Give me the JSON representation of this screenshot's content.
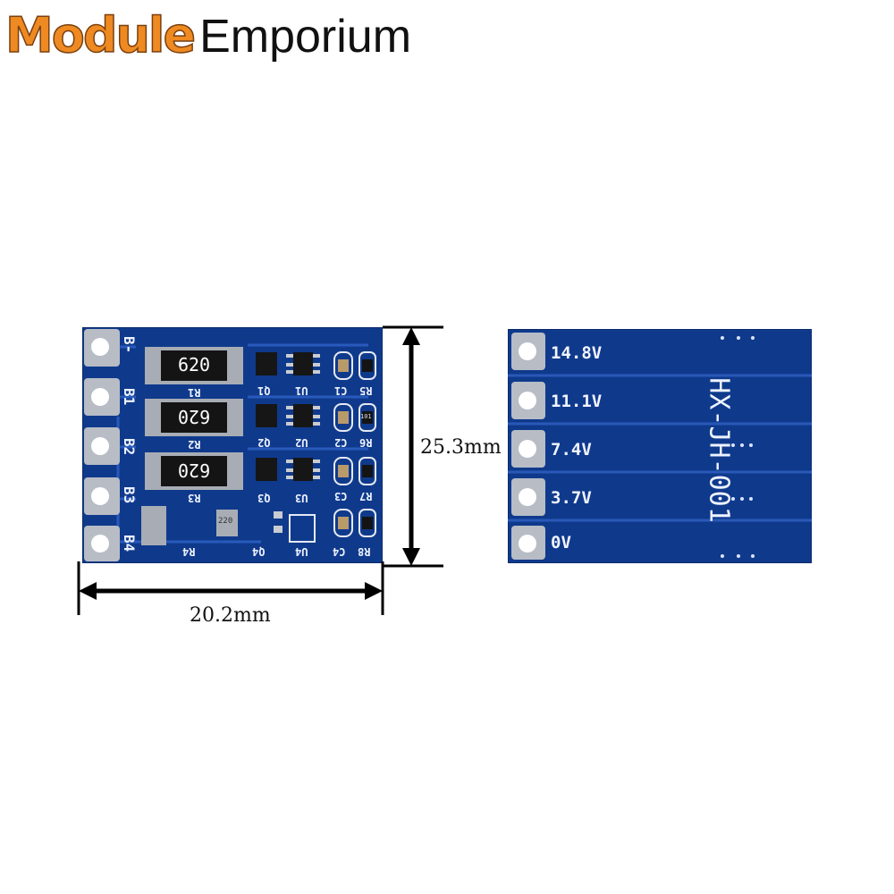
{
  "logo": {
    "part1": "Module",
    "part2": "Emporium"
  },
  "dimensions": {
    "height": "25.3mm",
    "width": "20.2mm"
  },
  "front": {
    "pad_labels": [
      "B-",
      "B1",
      "B2",
      "B3",
      "B4"
    ],
    "resistor_codes": [
      "620",
      "620",
      "620"
    ],
    "refs": {
      "r1": "R1",
      "r2": "R2",
      "r3": "R3",
      "r4": "R4",
      "q1": "Q1",
      "q2": "Q2",
      "q3": "Q3",
      "q4": "Q4",
      "u1": "U1",
      "u2": "U2",
      "u3": "U3",
      "u4": "U4",
      "c1": "C1",
      "c2": "C2",
      "c3": "C3",
      "c4": "C4",
      "r5": "R5",
      "r6": "R6",
      "r7": "R7",
      "r8": "R8"
    },
    "chip_marks": {
      "small_resistor": "101",
      "inductor": "220"
    }
  },
  "back": {
    "pad_labels": [
      "14.8V",
      "11.1V",
      "7.4V",
      "3.7V",
      "0V"
    ],
    "model": "HX-JH-001"
  },
  "colors": {
    "pcb": "#0f3a8c",
    "logo_orange": "#ee8a21",
    "silkscreen": "#eef2ff"
  }
}
